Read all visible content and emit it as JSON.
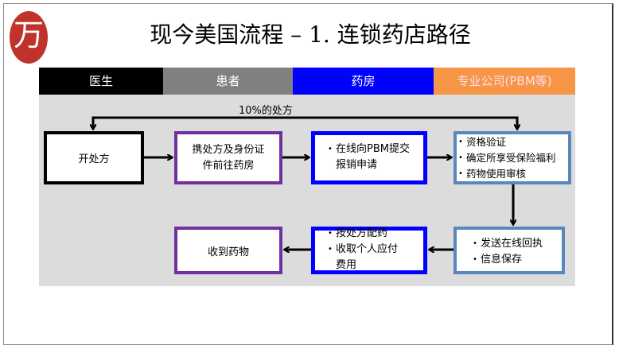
{
  "logo": {
    "text": "万"
  },
  "title": "现今美国流程 – 1. 连锁药店路径",
  "lanes": [
    {
      "label": "医生",
      "color": "#000000"
    },
    {
      "label": "患者",
      "color": "#808080"
    },
    {
      "label": "药房",
      "color": "#0000ff"
    },
    {
      "label": "专业公司(PBM等)",
      "color": "#f79646"
    }
  ],
  "loop_label": "10%的处方",
  "boxes": {
    "prescribe": "开处方",
    "patient_go": "携处方及身份证件前往药房",
    "submit": [
      "在线向PBM提交报销申请"
    ],
    "pbm_check": [
      "资格验证",
      "确定所享受保险福利",
      "药物使用审核"
    ],
    "pbm_reply": [
      "发送在线回执",
      "信息保存"
    ],
    "dispense": [
      "按处方配药",
      "收取个人应付费用"
    ],
    "receive": "收到药物"
  }
}
